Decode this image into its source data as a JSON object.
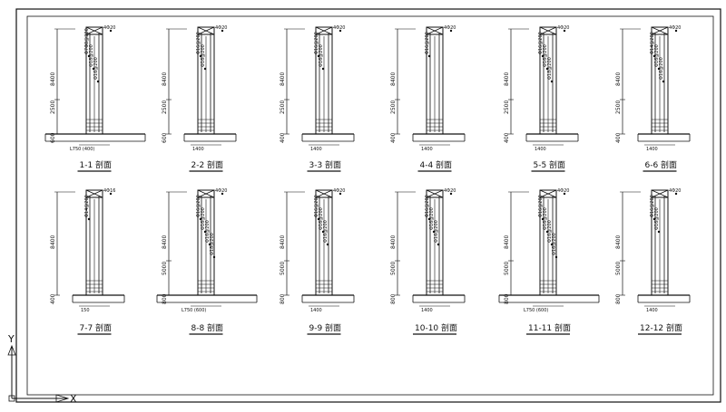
{
  "sections": [
    {
      "title": "1-1 剖面",
      "height_label": "8400",
      "mid_label": "2500",
      "base_label": "600",
      "dim_label": "L750 (400)",
      "top_label": "4Φ20",
      "labels": [
        "Φ7Φ8@200",
        "Φ18@200",
        "Φ16@200"
      ]
    },
    {
      "title": "2-2 剖面",
      "height_label": "8400",
      "mid_label": "2500",
      "base_label": "600",
      "dim_label": "1400",
      "top_label": "4Φ20",
      "labels": [
        "Φ16@200",
        "Φ16@200"
      ]
    },
    {
      "title": "3-3 剖面",
      "height_label": "8400",
      "mid_label": "2500",
      "base_label": "400",
      "dim_label": "1400",
      "top_label": "4Φ20",
      "labels": [
        "Φ16@200",
        "Φ16@200"
      ]
    },
    {
      "title": "4-4 剖面",
      "height_label": "8400",
      "mid_label": "2500",
      "base_label": "400",
      "dim_label": "1400",
      "top_label": "4Φ20",
      "labels": [
        "Φ16@200"
      ]
    },
    {
      "title": "5-5 剖面",
      "height_label": "8400",
      "mid_label": "2500",
      "base_label": "400",
      "dim_label": "1400",
      "top_label": "4Φ20",
      "labels": [
        "Φ16@200",
        "Φ16@200",
        "Φ18@200"
      ]
    },
    {
      "title": "6-6 剖面",
      "height_label": "8400",
      "mid_label": "2500",
      "base_label": "400",
      "dim_label": "1400",
      "top_label": "4Φ20",
      "labels": [
        "Φ14@200",
        "Φ16@200",
        "Φ16@200"
      ]
    },
    {
      "title": "7-7 剖面",
      "height_label": "8400",
      "mid_label": "",
      "base_label": "400",
      "dim_label": "150",
      "top_label": "4Φ16",
      "labels": [
        "Φ14@200"
      ]
    },
    {
      "title": "8-8 剖面",
      "height_label": "8400",
      "mid_label": "5000",
      "base_label": "800",
      "dim_label": "L750 (600)",
      "top_label": "4Φ20",
      "labels": [
        "Φ16@200",
        "Φ16@200",
        "Φ16@200",
        "Φ18@200"
      ]
    },
    {
      "title": "9-9 剖面",
      "height_label": "8400",
      "mid_label": "5000",
      "base_label": "800",
      "dim_label": "1400",
      "top_label": "4Φ20",
      "labels": [
        "Φ16@200",
        "Φ16@200",
        "Φ16@200"
      ]
    },
    {
      "title": "10-10 剖面",
      "height_label": "8400",
      "mid_label": "5000",
      "base_label": "800",
      "dim_label": "1400",
      "top_label": "4Φ20",
      "labels": [
        "Φ16@200",
        "Φ16@200",
        "Φ16@200"
      ]
    },
    {
      "title": "11-11 剖面",
      "height_label": "8400",
      "mid_label": "5000",
      "base_label": "800",
      "dim_label": "L750 (600)",
      "top_label": "4Φ20",
      "labels": [
        "Φ16@200",
        "Φ16@200",
        "Φ16@200",
        "Φ16@200"
      ]
    },
    {
      "title": "12-12 剖面",
      "height_label": "8400",
      "mid_label": "5000",
      "base_label": "800",
      "dim_label": "1400",
      "top_label": "4Φ20",
      "labels": [
        "Φ16@200",
        "Φ16@200"
      ]
    }
  ],
  "ucs": {
    "x_label": "X",
    "y_label": "Y"
  }
}
